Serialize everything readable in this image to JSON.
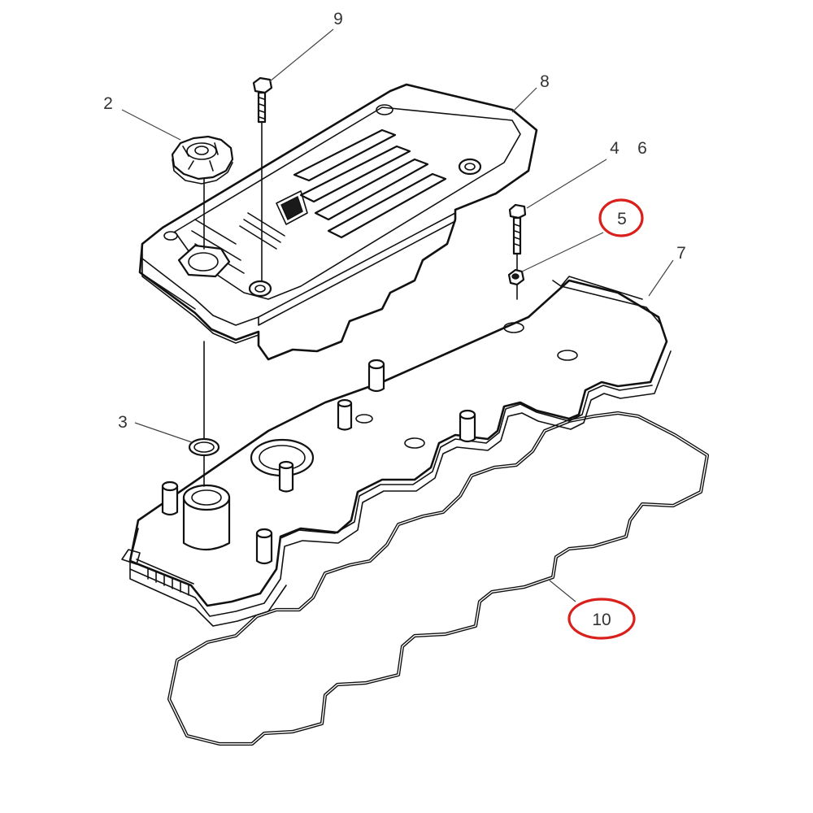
{
  "diagram": {
    "callouts": {
      "c2": "2",
      "c3": "3",
      "c4": "4",
      "c5": "5",
      "c6": "6",
      "c7": "7",
      "c8": "8",
      "c9": "9",
      "c10": "10"
    },
    "highlight_color": "#d9201c",
    "line_color": "#111111"
  }
}
